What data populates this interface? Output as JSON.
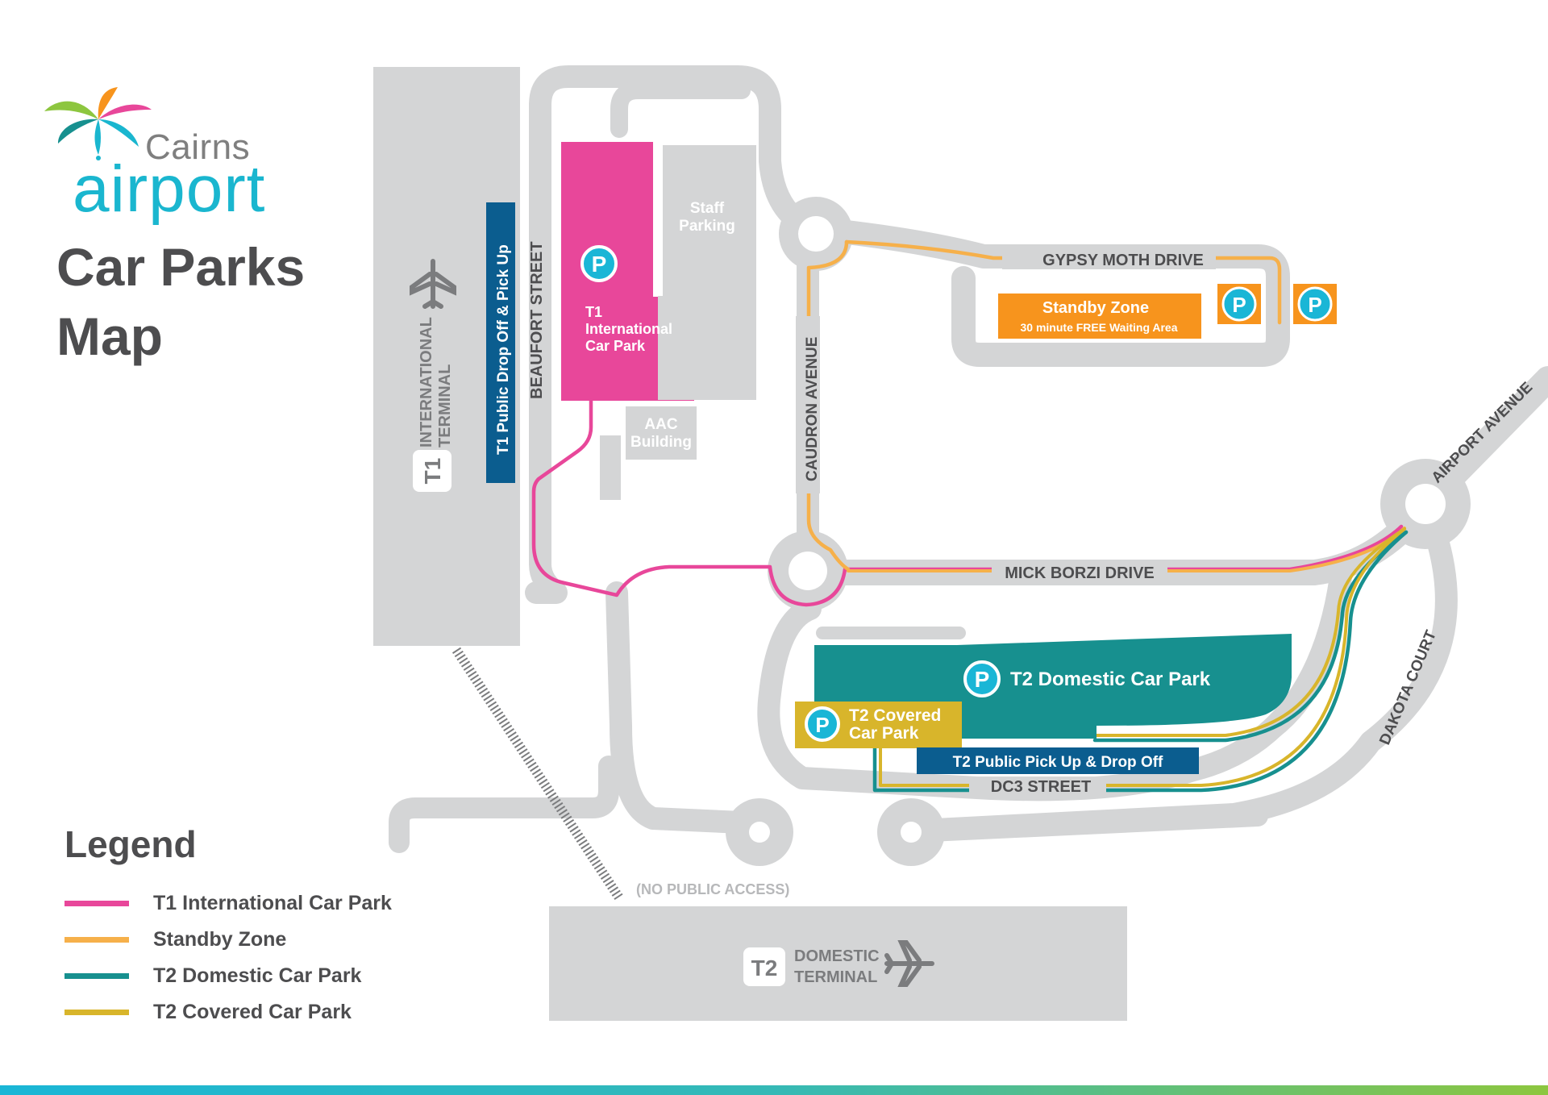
{
  "brand": {
    "name_top": "Cairns",
    "name_bottom": "airport",
    "logo_icon": "palm-flower-logo"
  },
  "title": {
    "line1": "Car Parks",
    "line2": "Map"
  },
  "colors": {
    "road": "#d4d5d6",
    "terminal": "#d4d5d6",
    "t1_route": "#e8479a",
    "standby_route": "#f6b04a",
    "t2_domestic": "#17908f",
    "t2_covered": "#d8b52b",
    "dark_blue": "#0b5d8f",
    "orange": "#f7941d",
    "label_grey": "#4d4d4f",
    "white": "#ffffff"
  },
  "terminals": {
    "t1": {
      "badge": "T1",
      "line1": "INTERNATIONAL",
      "line2": "TERMINAL",
      "icon": "airplane-icon"
    },
    "t2": {
      "badge": "T2",
      "line1": "DOMESTIC",
      "line2": "TERMINAL",
      "icon": "airplane-icon"
    }
  },
  "streets": {
    "beaufort": "BEAUFORT STREET",
    "caudron": "CAUDRON AVENUE",
    "gypsy_moth": "GYPSY MOTH DRIVE",
    "mick_borzi": "MICK BORZI DRIVE",
    "airport_ave": "AIRPORT AVENUE",
    "dakota": "DAKOTA COURT",
    "dc3": "DC3 STREET"
  },
  "areas": {
    "t1_dropoff": "T1 Public Drop Off & Pick Up",
    "t1_carpark": {
      "line1": "T1",
      "line2": "International",
      "line3": "Car Park"
    },
    "staff_parking": {
      "line1": "Staff",
      "line2": "Parking"
    },
    "aac_building": {
      "line1": "AAC",
      "line2": "Building"
    },
    "standby": {
      "title": "Standby Zone",
      "subtitle": "30 minute FREE Waiting Area"
    },
    "t2_domestic": "T2 Domestic Car Park",
    "t2_covered": {
      "line1": "T2 Covered",
      "line2": "Car Park"
    },
    "t2_pickup": "T2 Public Pick Up & Drop Off",
    "no_public": "(NO PUBLIC ACCESS)"
  },
  "parking_symbol": "P",
  "legend": {
    "title": "Legend",
    "items": [
      {
        "label": "T1 International Car Park",
        "color": "#e8479a"
      },
      {
        "label": "Standby Zone",
        "color": "#f6b04a"
      },
      {
        "label": "T2 Domestic Car Park",
        "color": "#17908f"
      },
      {
        "label": "T2 Covered Car Park",
        "color": "#d8b52b"
      }
    ]
  }
}
